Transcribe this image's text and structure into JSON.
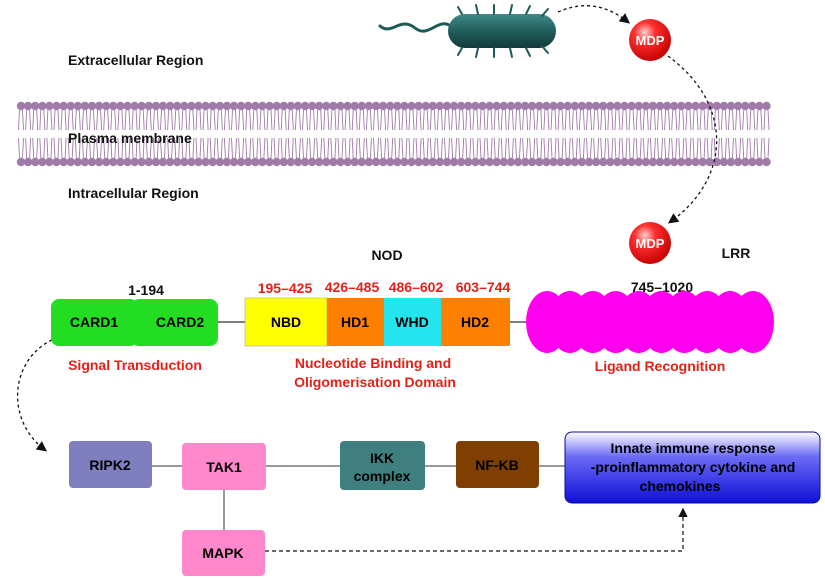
{
  "regions": {
    "extracellular": "Extracellular Region",
    "membrane": "Plasma membrane",
    "intracellular": "Intracellular Region"
  },
  "ligand": {
    "outside": "MDP",
    "inside": "MDP"
  },
  "protein": {
    "nod_label": "NOD",
    "lrr_label": "LRR",
    "card_range": "1-194",
    "card1": "CARD1",
    "card2": "CARD2",
    "nbd": {
      "label": "NBD",
      "range": "195–425"
    },
    "hd1": {
      "label": "HD1",
      "range": "426–485"
    },
    "whd": {
      "label": "WHD",
      "range": "486–602"
    },
    "hd2": {
      "label": "HD2",
      "range": "603–744"
    },
    "lrr_range": "745–1020",
    "lrr_repeats": 10
  },
  "captions": {
    "signal": "Signal Transduction",
    "nucleotide_1": "Nucleotide Binding and",
    "nucleotide_2": "Oligomerisation Domain",
    "ligand_recognition": "Ligand Recognition"
  },
  "pathway": {
    "ripk2": "RIPK2",
    "tak1": "TAK1",
    "ikk_1": "IKK",
    "ikk_2": "complex",
    "nfkb": "NF-KB",
    "mapk": "MAPK",
    "response_1": "Innate immune response",
    "response_2": "-proinflammatory cytokine and",
    "response_3": "chemokines"
  },
  "colors": {
    "card": "#22dd22",
    "nbd": "#ffff00",
    "hd": "#ff8000",
    "whd": "#22e5ee",
    "lrr": "#ff00ee",
    "ripk2": "#7f7fbf",
    "tak1": "#ff88cc",
    "ikk": "#3f7f7f",
    "nfkb": "#7f3f00",
    "response": "#1515e0",
    "membrane": "#a07aa8",
    "mdp": "#e62020",
    "highlight": "#e52019"
  }
}
